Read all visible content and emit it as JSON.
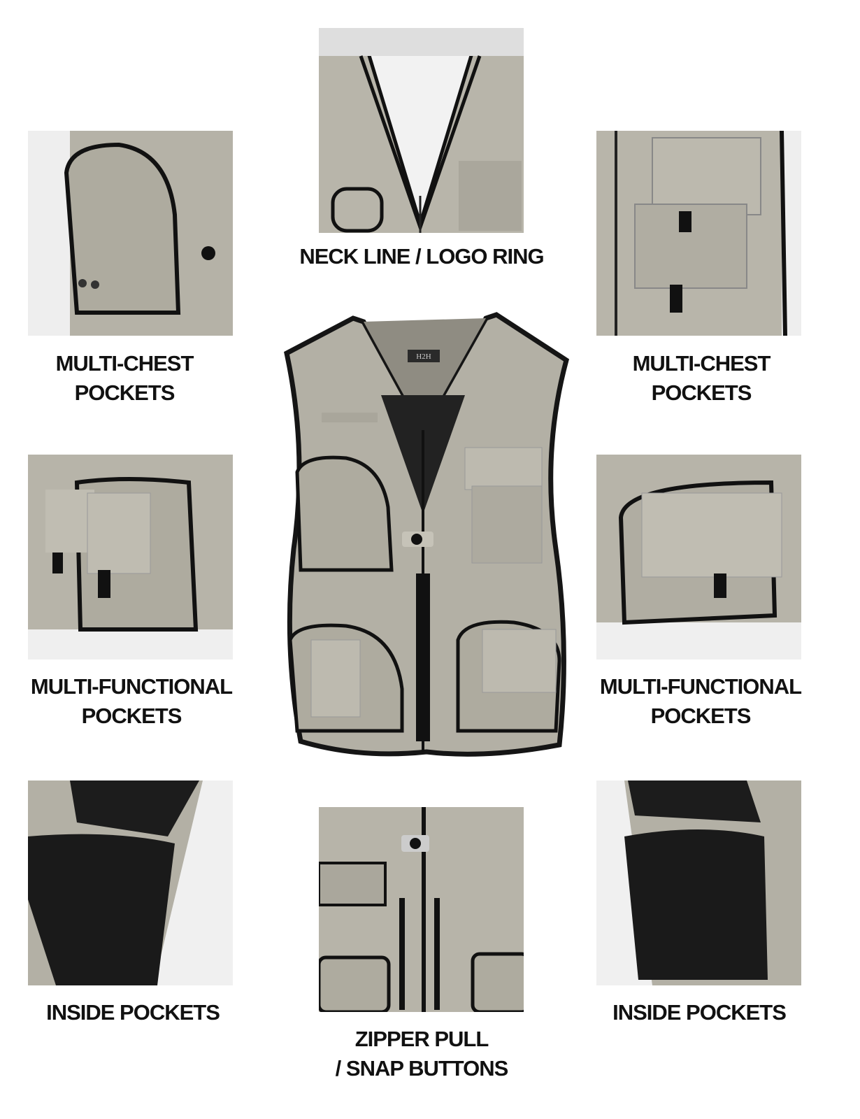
{
  "colors": {
    "fabric": "#b3b0a5",
    "trim": "#151515",
    "mesh": "#1e1e1e",
    "label_text": "#111111"
  },
  "brand_logo": "H2H",
  "callouts": {
    "neck": {
      "line1": "NECK LINE / LOGO RING"
    },
    "chest_left": {
      "line1": "MULTI-CHEST",
      "line2": "POCKETS"
    },
    "chest_right": {
      "line1": "MULTI-CHEST",
      "line2": "POCKETS"
    },
    "func_left": {
      "line1": "MULTI-FUNCTIONAL",
      "line2": "POCKETS"
    },
    "func_right": {
      "line1": "MULTI-FUNCTIONAL",
      "line2": "POCKETS"
    },
    "inside_left": {
      "line1": "INSIDE POCKETS"
    },
    "inside_right": {
      "line1": "INSIDE POCKETS"
    },
    "zipper": {
      "line1": "ZIPPER PULL",
      "line2": "/ SNAP BUTTONS"
    }
  }
}
